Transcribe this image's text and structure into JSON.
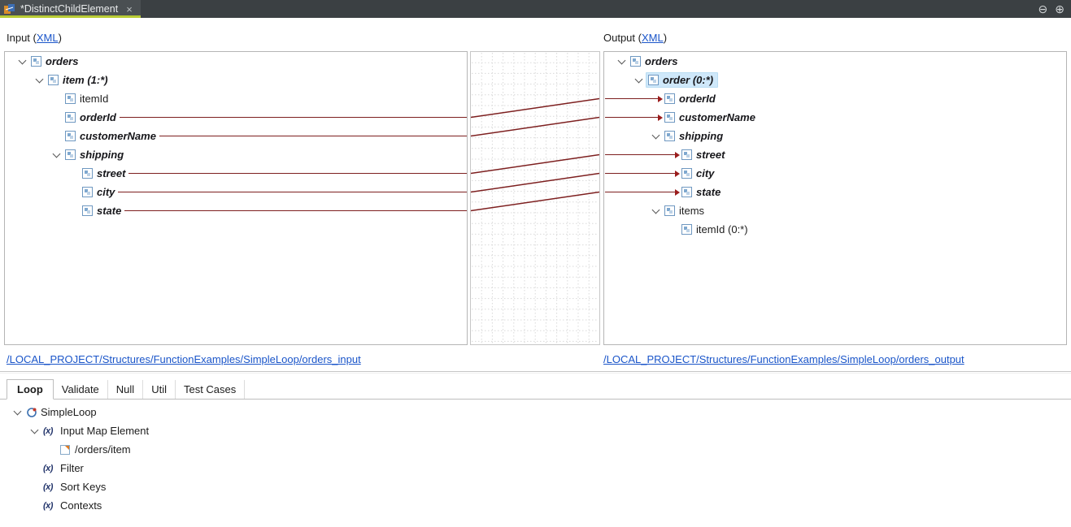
{
  "titlebar": {
    "tab_title": "*DistinctChildElement",
    "close_label": "×",
    "minimize_glyph": "⊖",
    "maximize_glyph": "⊕"
  },
  "header": {
    "input_prefix": "Input (",
    "input_link": "XML",
    "input_suffix": ")",
    "output_prefix": "Output (",
    "output_link": "XML",
    "output_suffix": ")"
  },
  "footer_links": {
    "input_path": "/LOCAL_PROJECT/Structures/FunctionExamples/SimpleLoop/orders_input",
    "output_path": "/LOCAL_PROJECT/Structures/FunctionExamples/SimpleLoop/orders_output"
  },
  "input_tree": {
    "rows": [
      {
        "label": "orders"
      },
      {
        "label": "item (1:*)"
      },
      {
        "label": "itemId"
      },
      {
        "label": "orderId"
      },
      {
        "label": "customerName"
      },
      {
        "label": "shipping"
      },
      {
        "label": "street"
      },
      {
        "label": "city"
      },
      {
        "label": "state"
      }
    ]
  },
  "output_tree": {
    "rows": [
      {
        "label": "orders"
      },
      {
        "label": "order (0:*)"
      },
      {
        "label": "orderId"
      },
      {
        "label": "customerName"
      },
      {
        "label": "shipping"
      },
      {
        "label": "street"
      },
      {
        "label": "city"
      },
      {
        "label": "state"
      },
      {
        "label": "items"
      },
      {
        "label": "itemId (0:*)"
      }
    ]
  },
  "connections": [
    {
      "from": 3,
      "to": 2
    },
    {
      "from": 4,
      "to": 3
    },
    {
      "from": 6,
      "to": 5
    },
    {
      "from": 7,
      "to": 6
    },
    {
      "from": 8,
      "to": 7
    }
  ],
  "tabs": [
    {
      "label": "Loop"
    },
    {
      "label": "Validate"
    },
    {
      "label": "Null"
    },
    {
      "label": "Util"
    },
    {
      "label": "Test Cases"
    }
  ],
  "function_tree": {
    "rows": [
      {
        "label": "SimpleLoop"
      },
      {
        "label": "Input Map Element"
      },
      {
        "label": "/orders/item"
      },
      {
        "label": "Filter"
      },
      {
        "label": "Sort Keys"
      },
      {
        "label": "Contexts"
      }
    ]
  },
  "icons": {
    "fx": "(x)"
  },
  "colors": {
    "connector": "#7d1f1f",
    "arrow": "#9b1c1c",
    "selection": "#cfe8fa",
    "link": "#1a55c9",
    "tab_accent": "#b8cb34",
    "grid": "#d9d9d9"
  }
}
